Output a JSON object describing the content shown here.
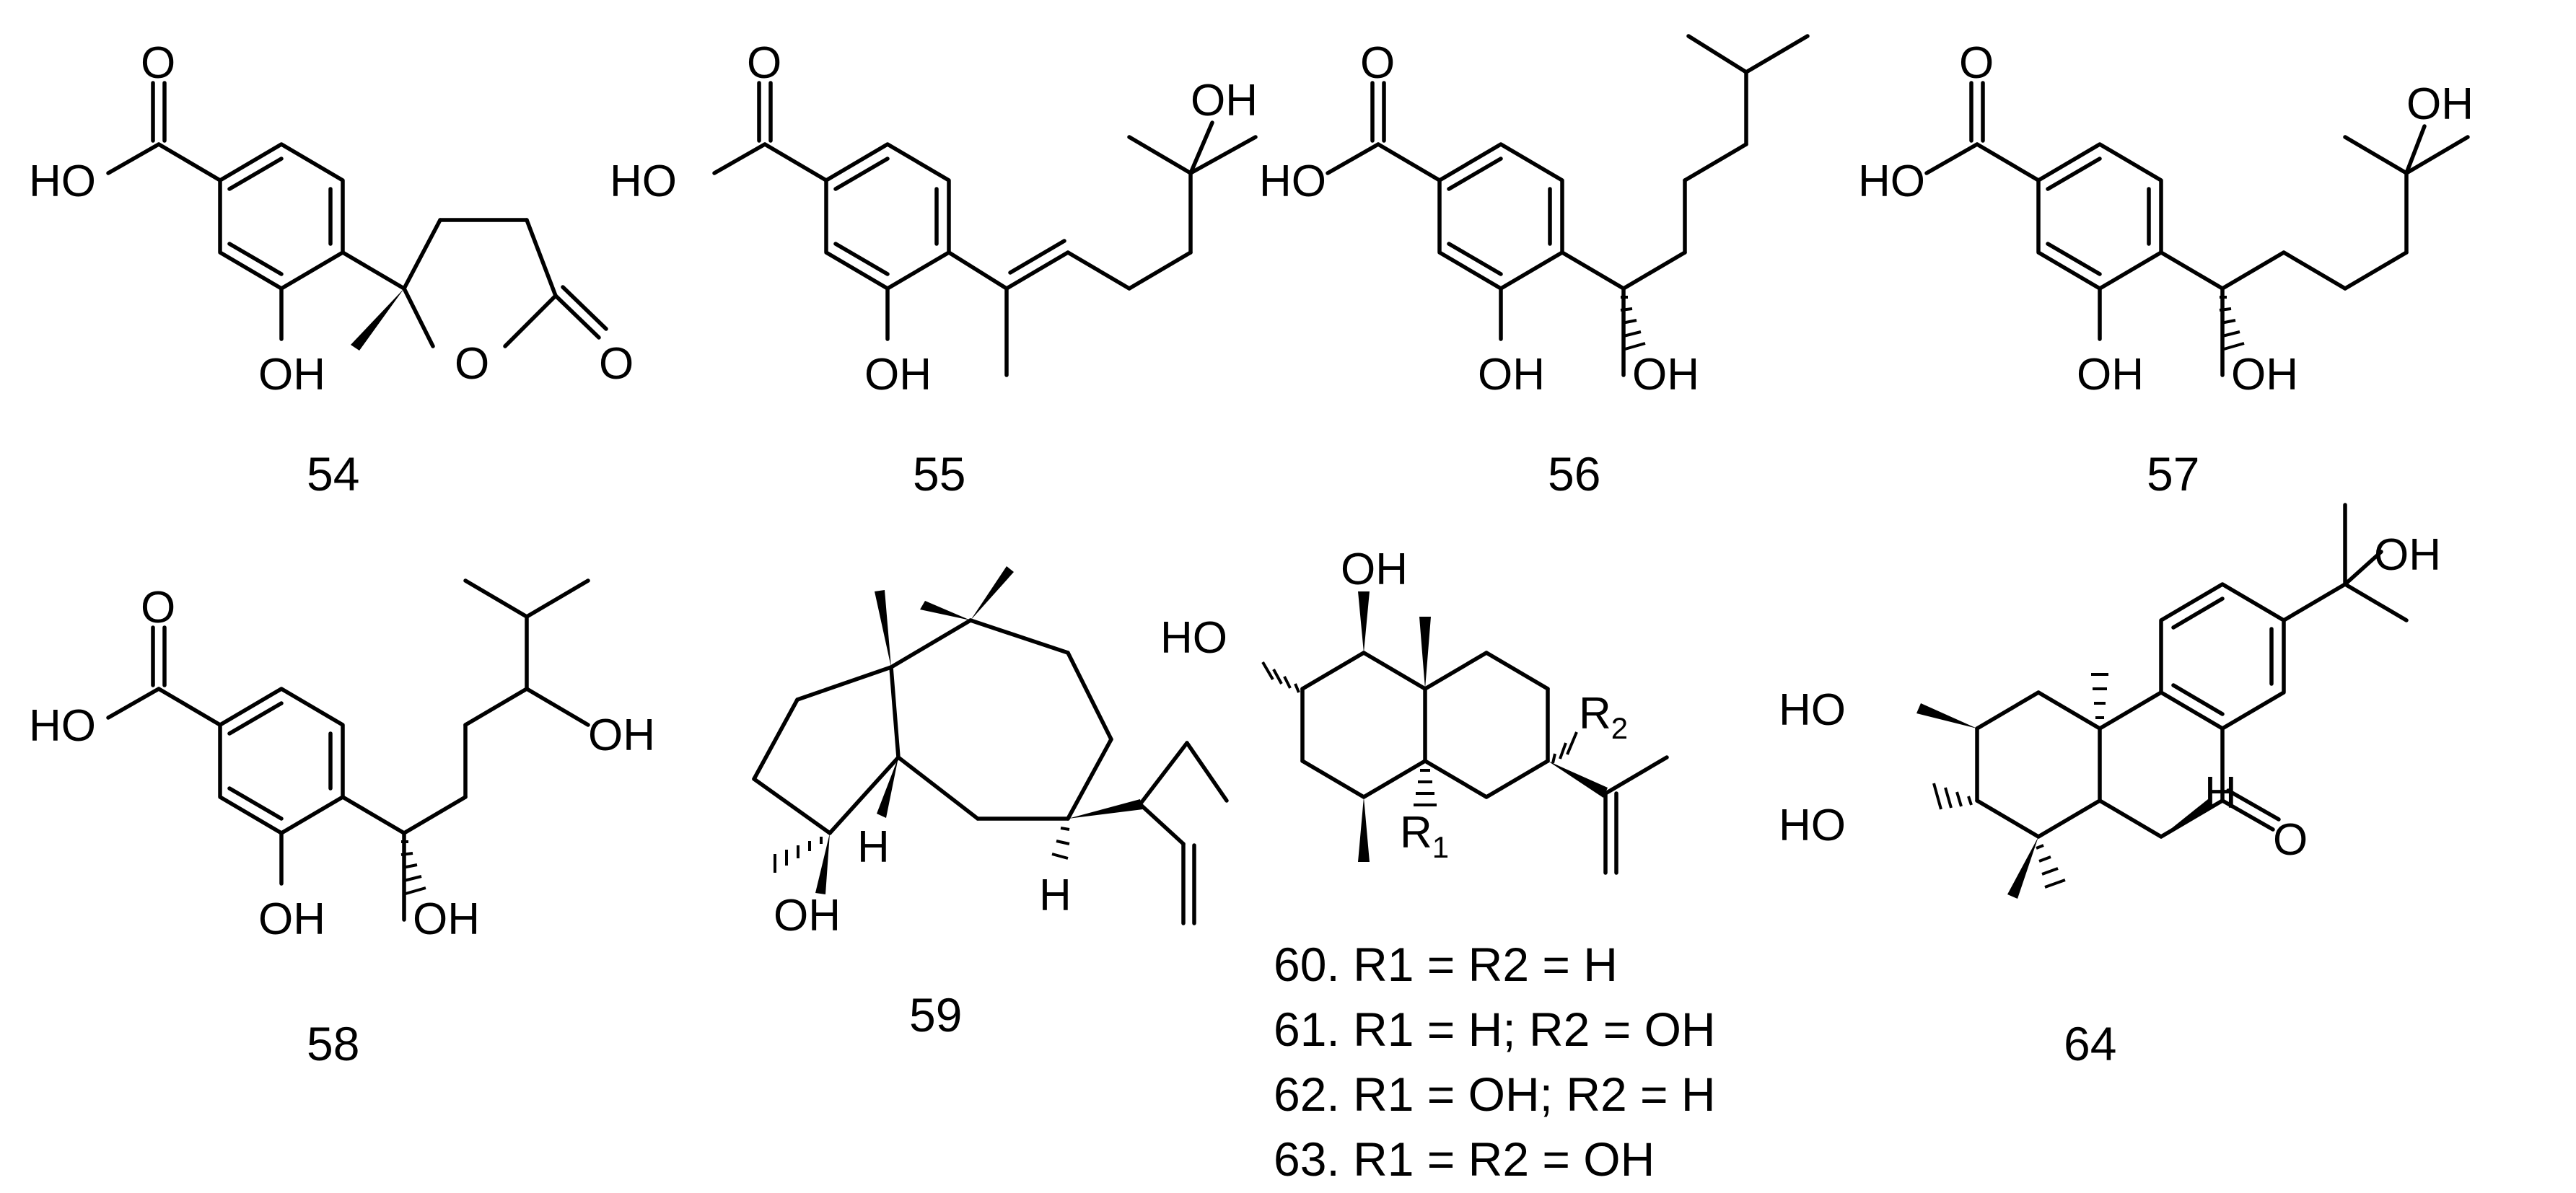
{
  "compounds": [
    {
      "number": "54"
    },
    {
      "number": "55"
    },
    {
      "number": "56"
    },
    {
      "number": "57"
    },
    {
      "number": "58"
    },
    {
      "number": "59"
    },
    {
      "number": "64"
    }
  ],
  "atoms": {
    "O": "O",
    "HO": "HO",
    "OH": "OH",
    "H": "H",
    "R": "R",
    "sub1": "1",
    "sub2": "2"
  },
  "series_60_63": [
    "60. R1 = R2 = H",
    "61. R1 = H; R2 = OH",
    "62. R1 = OH; R2 = H",
    "63. R1 = R2 = OH"
  ]
}
